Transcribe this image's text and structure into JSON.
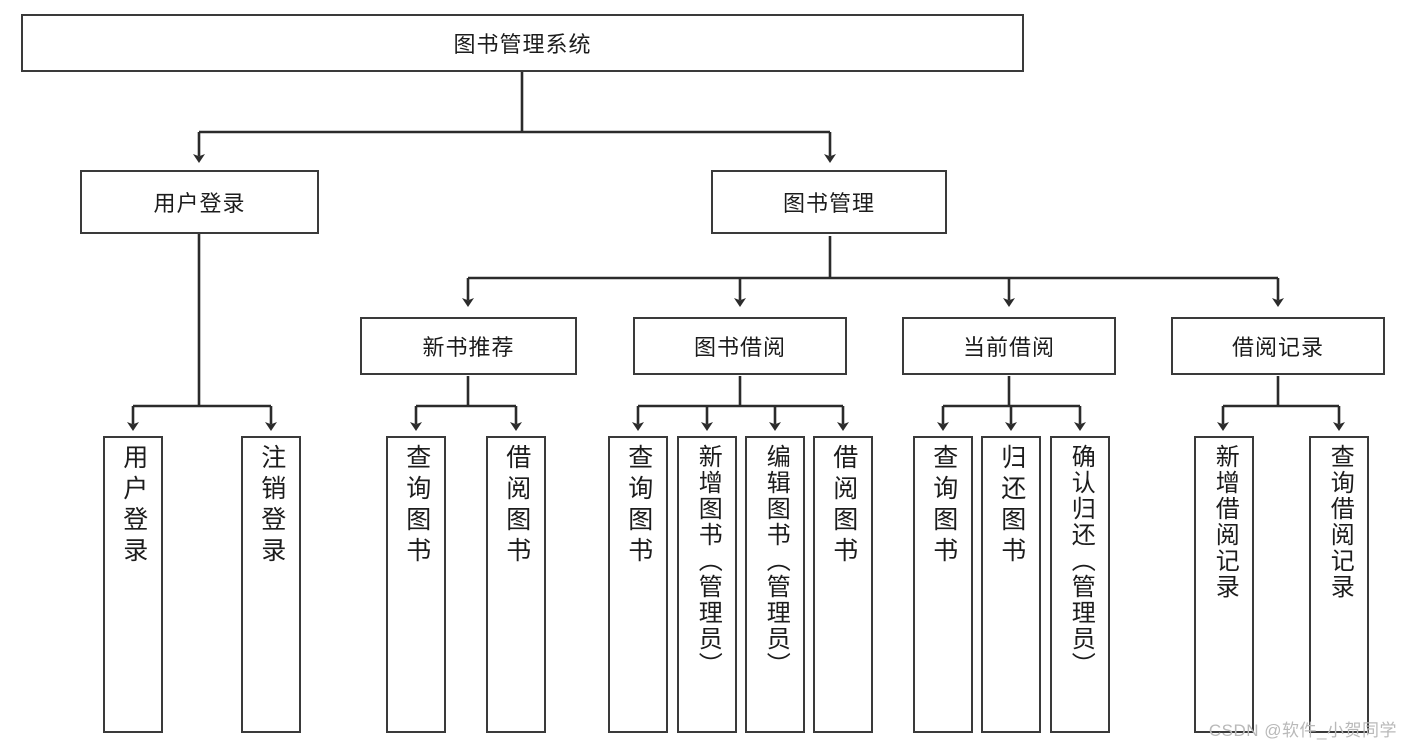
{
  "diagram": {
    "type": "tree-hierarchy",
    "root": {
      "label": "图书管理系统"
    },
    "level2": [
      {
        "label": "用户登录"
      },
      {
        "label": "图书管理"
      }
    ],
    "level3": [
      {
        "label": "新书推荐"
      },
      {
        "label": "图书借阅"
      },
      {
        "label": "当前借阅"
      },
      {
        "label": "借阅记录"
      }
    ],
    "leaves": {
      "user_login": [
        {
          "label": "用户登录"
        },
        {
          "label": "注销登录"
        }
      ],
      "new_book_recommend": [
        {
          "label": "查询图书"
        },
        {
          "label": "借阅图书"
        }
      ],
      "book_borrow": [
        {
          "label": "查询图书"
        },
        {
          "label": "新增图书（管理员）"
        },
        {
          "label": "编辑图书（管理员）"
        },
        {
          "label": "借阅图书"
        }
      ],
      "current_borrow": [
        {
          "label": "查询图书"
        },
        {
          "label": "归还图书"
        },
        {
          "label": "确认归还（管理员）"
        }
      ],
      "borrow_record": [
        {
          "label": "新增借阅记录"
        },
        {
          "label": "查询借阅记录"
        }
      ]
    }
  },
  "watermark": {
    "text": "CSDN @软件_小贺同学"
  },
  "colors": {
    "box_border": "#3a3a3a",
    "box_fill": "#ffffff",
    "text": "#1c1c1c",
    "connector": "#2b2b2b",
    "watermark": "#b9b9b9",
    "background": "#ffffff"
  }
}
